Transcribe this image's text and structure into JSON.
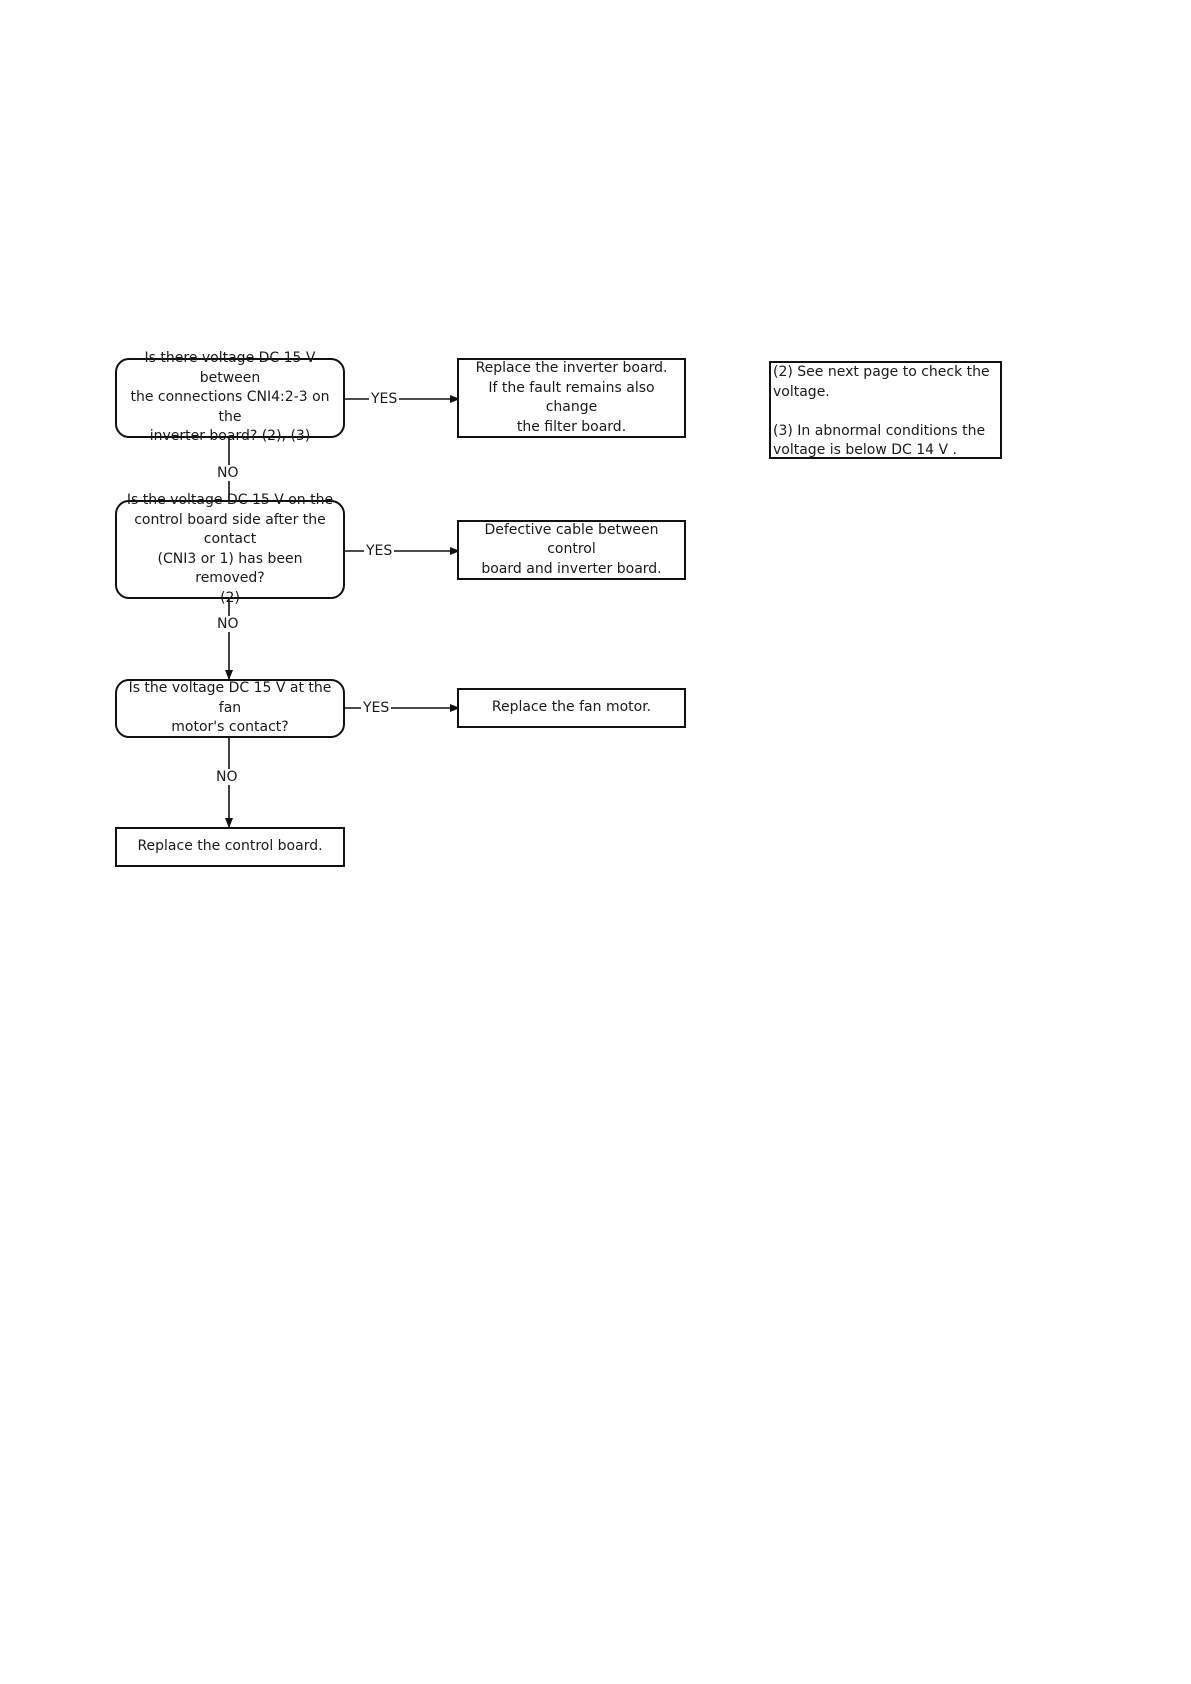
{
  "flowchart": {
    "decisions": [
      {
        "text": "Is there voltage DC 15 V  between\nthe connections CNI4:2-3  on the\ninverter board? (2), (3)"
      },
      {
        "text": "Is the voltage DC 15 V  on the\ncontrol board side after the contact\n(CNI3  or 1) has been removed?\n(2)"
      },
      {
        "text": "Is the voltage DC 15 V  at the fan\nmotor's contact?"
      }
    ],
    "actions": [
      {
        "text": "Replace the inverter board.\nIf the fault remains also change\nthe filter board."
      },
      {
        "text": "Defective cable between control\nboard and inverter board."
      },
      {
        "text": "Replace the fan motor."
      },
      {
        "text": "Replace the control board."
      }
    ],
    "yes_label": "YES",
    "no_label": "NO"
  },
  "notes": {
    "text": "(2) See next page to check the\nvoltage.\n\n(3) In abnormal conditions the\nvoltage is below DC 14 V ."
  }
}
